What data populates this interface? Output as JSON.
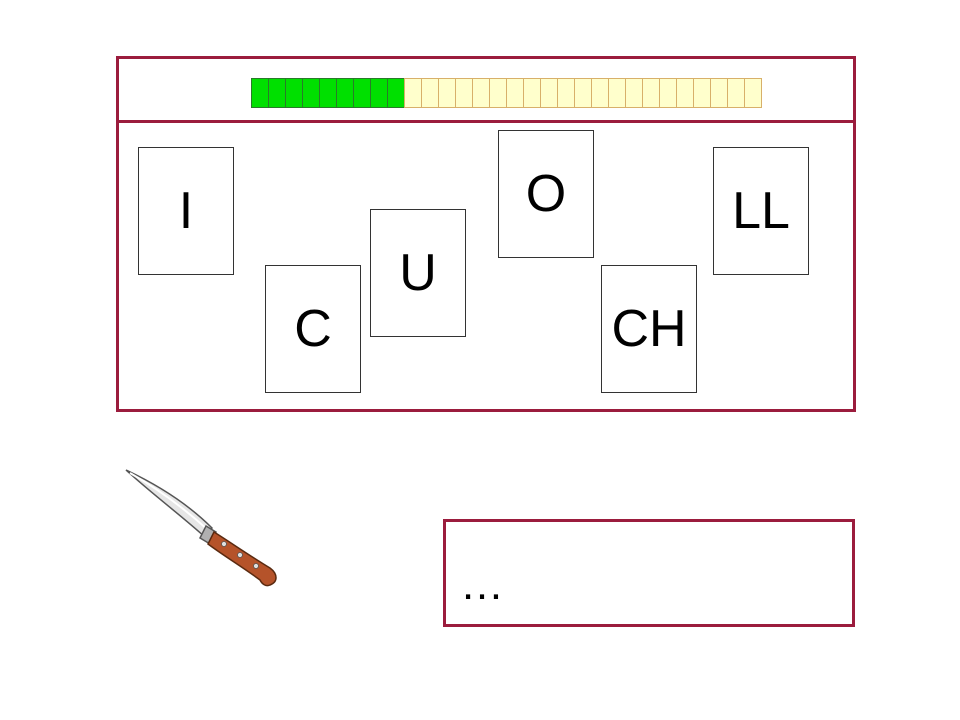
{
  "progress": {
    "completed_segments": 9,
    "total_segments": 30,
    "done_color": "#00e000",
    "pending_color": "#ffffcc"
  },
  "cards": [
    {
      "id": "i",
      "letter": "I"
    },
    {
      "id": "c",
      "letter": "C"
    },
    {
      "id": "u",
      "letter": "U"
    },
    {
      "id": "o",
      "letter": "O"
    },
    {
      "id": "ch",
      "letter": "CH"
    },
    {
      "id": "ll",
      "letter": "LL"
    }
  ],
  "answer": {
    "text": "…"
  },
  "picture": {
    "icon": "knife-icon"
  },
  "colors": {
    "frame": "#9b1c3d"
  }
}
